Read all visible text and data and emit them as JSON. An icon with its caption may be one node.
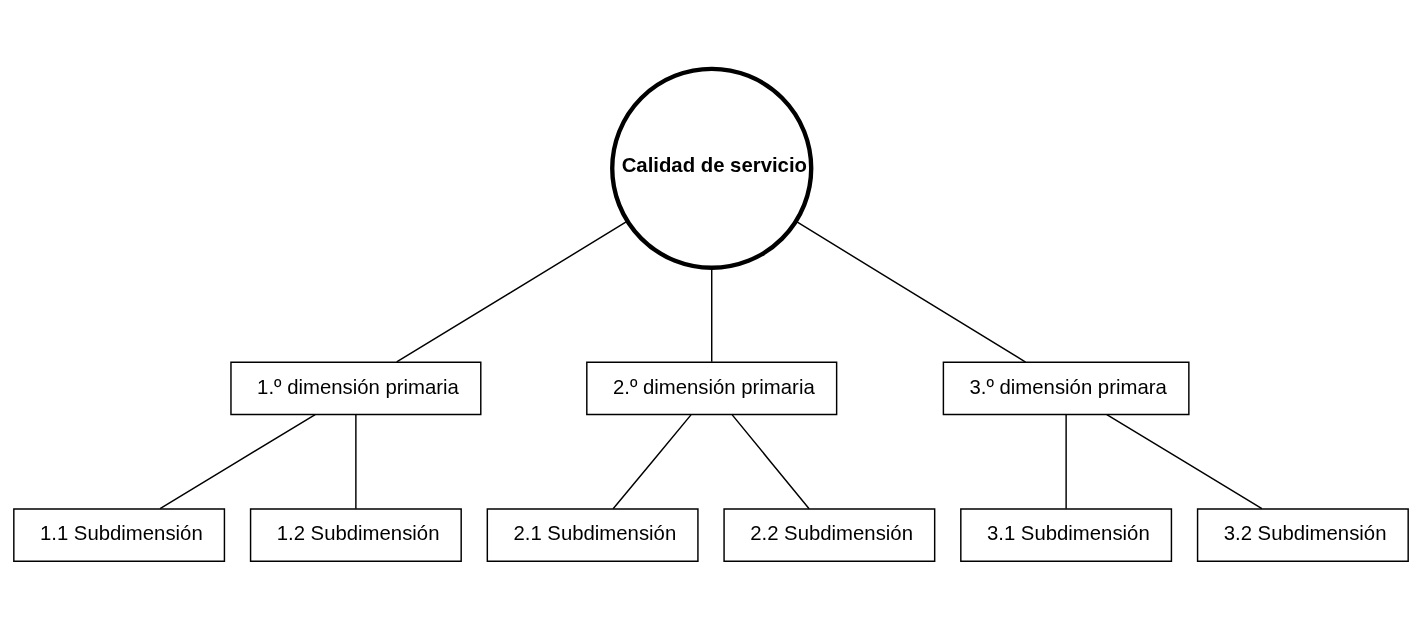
{
  "diagram": {
    "nodes": [
      {
        "text": [
          "Calidad de servicio"
        ]
      },
      {
        "text": [
          "1.º dimensión primaria"
        ]
      },
      {
        "text": [
          "2.º dimensión primaria"
        ]
      },
      {
        "text": [
          "3.º dimensión primara"
        ]
      },
      {
        "text": [
          "1.1 Subdimensión"
        ]
      },
      {
        "text": [
          "1.2 Subdimensión"
        ]
      },
      {
        "text": [
          "2.1 Subdimensión"
        ]
      },
      {
        "text": [
          "2.2 Subdimensión"
        ]
      },
      {
        "text": [
          "3.1 Subdimensión"
        ]
      },
      {
        "text": [
          "3.2 Subdimensión"
        ]
      }
    ],
    "edges": [
      {
        "from": 0,
        "to": 1,
        "arrow": "none"
      },
      {
        "from": 0,
        "to": 2,
        "arrow": "none"
      },
      {
        "from": 0,
        "to": 3,
        "arrow": "none"
      },
      {
        "from": 1,
        "to": 4,
        "arrow": "none"
      },
      {
        "from": 1,
        "to": 5,
        "arrow": "none"
      },
      {
        "from": 2,
        "to": 6,
        "arrow": "none"
      },
      {
        "from": 2,
        "to": 7,
        "arrow": "none"
      },
      {
        "from": 3,
        "to": 8,
        "arrow": "none"
      },
      {
        "from": 3,
        "to": 9,
        "arrow": "none"
      }
    ]
  }
}
